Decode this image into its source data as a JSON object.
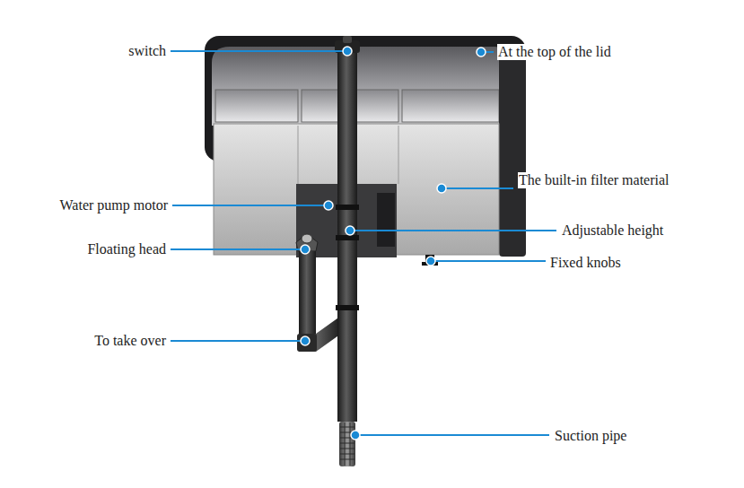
{
  "diagram": {
    "labels": [
      "switch",
      "At the top of the lid",
      "The built-in filter material",
      "Water pump motor",
      "Adjustable height",
      "Floating head",
      "Fixed knobs",
      "To take over",
      "Suction pipe"
    ]
  }
}
